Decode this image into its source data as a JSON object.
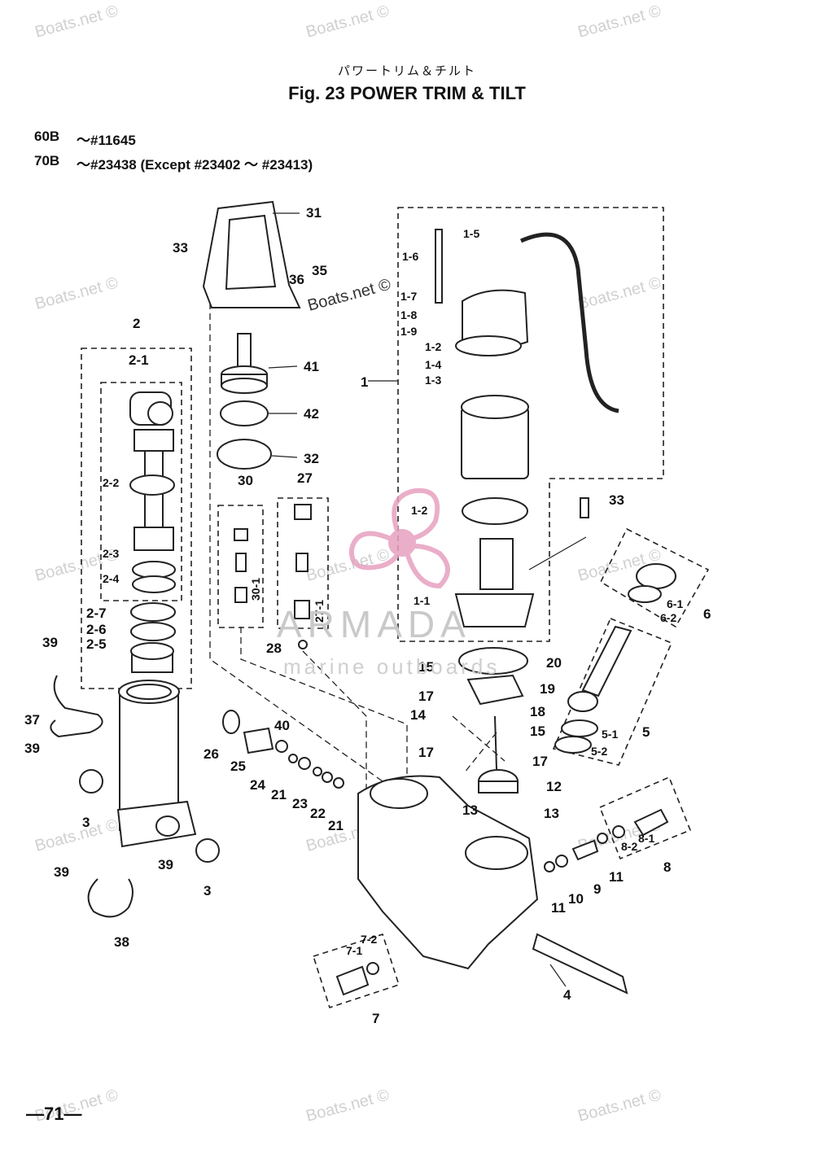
{
  "header": {
    "jp_title": "パワートリム＆チルト",
    "title": "Fig. 23    POWER TRIM & TILT"
  },
  "models": [
    {
      "model": "60B",
      "range": "～#11645"
    },
    {
      "model": "70B",
      "range": "～#23438  (Except #23402 ～ #23413)"
    }
  ],
  "watermark": {
    "site": "Boats.net ©",
    "brand": "ARMADA",
    "brand_sub": "marine outboards",
    "colors": {
      "logo": "#e7a0c0",
      "text": "#c9c9c9"
    }
  },
  "labels": {
    "p31": "31",
    "p33a": "33",
    "p36": "36",
    "p35": "35",
    "p2": "2",
    "p2_1": "2-1",
    "p41": "41",
    "p42": "42",
    "p32": "32",
    "p30": "30",
    "p27": "27",
    "p2_2": "2-2",
    "p2_3": "2-3",
    "p2_4": "2-4",
    "p2_7": "2-7",
    "p2_6": "2-6",
    "p2_5": "2-5",
    "p39a": "39",
    "p37": "37",
    "p39b": "39",
    "p3a": "3",
    "p3b": "3",
    "p39c": "39",
    "p39d": "39",
    "p38": "38",
    "p30_1": "30-1",
    "p27_1": "27-1",
    "p28": "28",
    "p1": "1",
    "p1_5": "1-5",
    "p1_6": "1-6",
    "p1_7": "1-7",
    "p1_8": "1-8",
    "p1_9": "1-9",
    "p1_2a": "1-2",
    "p1_4": "1-4",
    "p1_3": "1-3",
    "p1_2b": "1-2",
    "p1_1": "1-1",
    "p33b": "33",
    "p6": "6",
    "p6_1": "6-1",
    "p6_2": "6-2",
    "p20": "20",
    "p15a": "15",
    "p19": "19",
    "p17a": "17",
    "p18": "18",
    "p14": "14",
    "p15b": "15",
    "p17b": "17",
    "p17c": "17",
    "p5": "5",
    "p5_1": "5-1",
    "p5_2": "5-2",
    "p12": "12",
    "p13a": "13",
    "p13b": "13",
    "p26": "26",
    "p40": "40",
    "p25": "25",
    "p24": "24",
    "p21a": "21",
    "p23": "23",
    "p22": "22",
    "p21b": "21",
    "p8": "8",
    "p8_1": "8-1",
    "p8_2": "8-2",
    "p11a": "11",
    "p9": "9",
    "p10": "10",
    "p11b": "11",
    "p4": "4",
    "p7": "7",
    "p7_1": "7-1",
    "p7_2": "7-2"
  },
  "page_number": "—71—"
}
